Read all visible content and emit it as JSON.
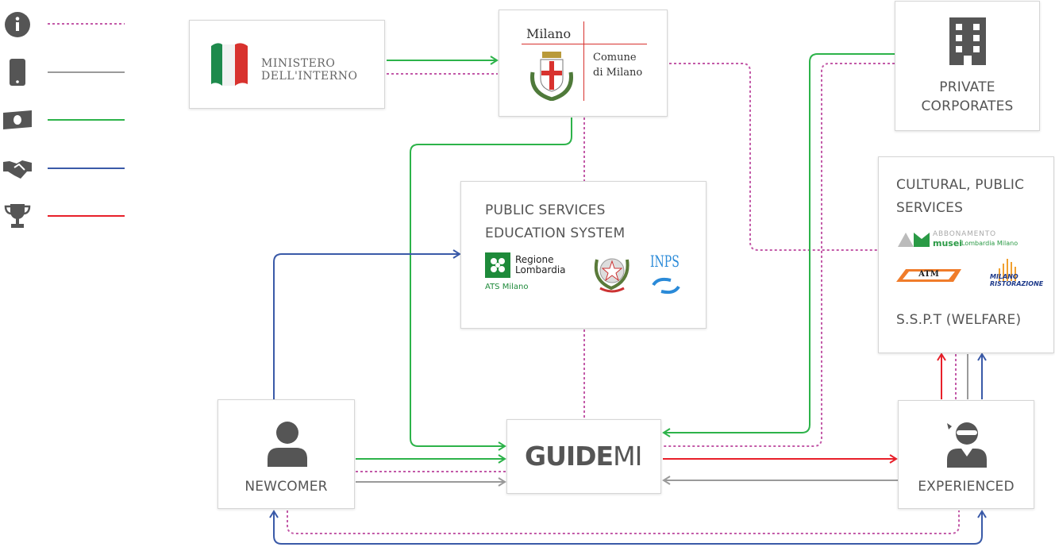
{
  "legend": [
    {
      "icon": "info-icon",
      "color": "#c35aa8",
      "style": "dotted"
    },
    {
      "icon": "smartphone-icon",
      "color": "#9a9a9a",
      "style": "solid"
    },
    {
      "icon": "money-icon",
      "color": "#2db34a",
      "style": "solid"
    },
    {
      "icon": "handshake-icon",
      "color": "#3a5aa8",
      "style": "solid"
    },
    {
      "icon": "trophy-icon",
      "color": "#e8202a",
      "style": "solid"
    }
  ],
  "nodes": {
    "ministero": {
      "line1": "MINISTERO",
      "line2": "DELL'INTERNO"
    },
    "milano": {
      "title": "Milano",
      "sub1": "Comune",
      "sub2": "di Milano"
    },
    "private": {
      "label1": "PRIVATE",
      "label2": "CORPORATES"
    },
    "cultural": {
      "label1": "CULTURAL, PUBLIC",
      "label2": "SERVICES",
      "musei1": "ABBONAMENTO",
      "musei2": "musei",
      "musei3": "Lombardia Milano",
      "atm": "ATM",
      "ristorazione1": "MILANO",
      "ristorazione2": "RISTORAZIONE",
      "welfare": "S.S.P.T (WELFARE)"
    },
    "public": {
      "label1": "PUBLIC SERVICES",
      "label2": "EDUCATION SYSTEM",
      "regione1": "Regione",
      "regione2": "Lombardia",
      "ats": "ATS Milano",
      "inps": "INPS"
    },
    "newcomer": {
      "label": "NEWCOMER"
    },
    "guidemi": {
      "bold": "GUIDE",
      "light": "MI"
    },
    "experienced": {
      "label": "EXPERIENCED"
    }
  },
  "colors": {
    "info": "#c35aa8",
    "device": "#9a9a9a",
    "money": "#2db34a",
    "collaboration": "#3a5aa8",
    "reward": "#e8202a",
    "icon": "#555555"
  }
}
